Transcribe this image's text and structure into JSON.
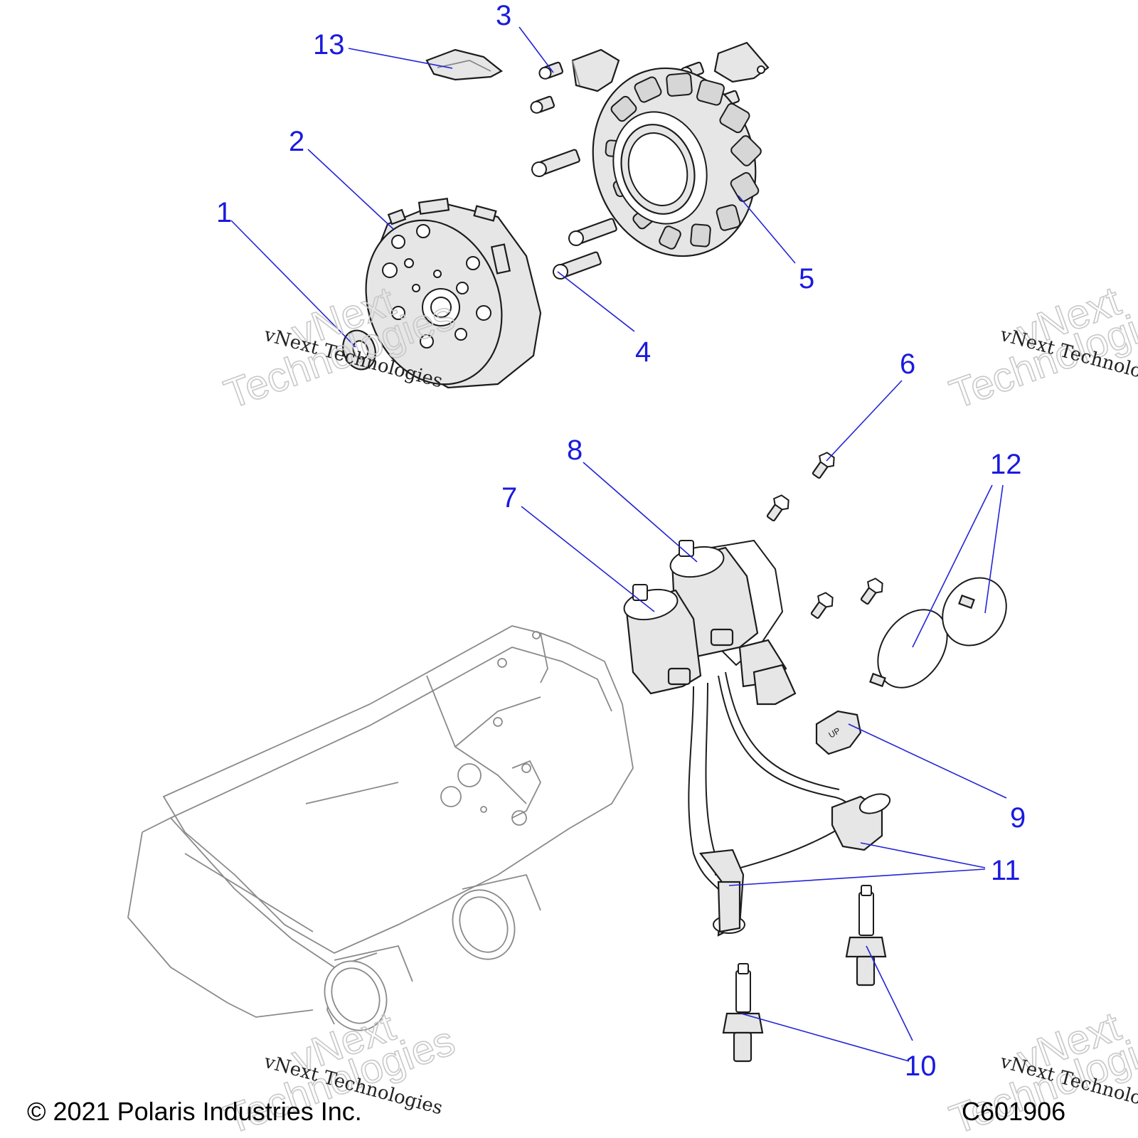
{
  "diagram": {
    "callouts": [
      {
        "id": "1",
        "label": "1"
      },
      {
        "id": "2",
        "label": "2"
      },
      {
        "id": "3",
        "label": "3"
      },
      {
        "id": "4",
        "label": "4"
      },
      {
        "id": "5",
        "label": "5"
      },
      {
        "id": "6",
        "label": "6"
      },
      {
        "id": "7",
        "label": "7"
      },
      {
        "id": "8",
        "label": "8"
      },
      {
        "id": "9",
        "label": "9"
      },
      {
        "id": "10",
        "label": "10"
      },
      {
        "id": "11",
        "label": "11"
      },
      {
        "id": "12",
        "label": "12"
      },
      {
        "id": "13",
        "label": "13"
      }
    ],
    "watermark": {
      "small_text": "vNext Technologies",
      "outline_line1": "vNext",
      "outline_line2": "Technologies"
    },
    "clip_marking": "UP",
    "footer": {
      "copyright": "© 2021 Polaris Industries Inc.",
      "code": "C601906"
    },
    "colors": {
      "callout": "#1a1adf",
      "leader": "#2424d6",
      "part_fill": "#e6e6e6",
      "ghost_line": "#8a8a8a"
    }
  }
}
